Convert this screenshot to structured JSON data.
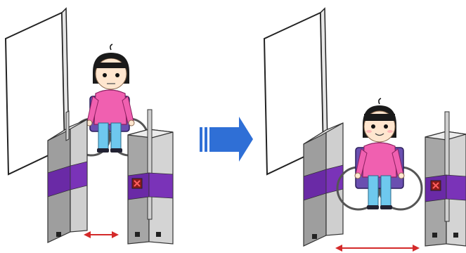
{
  "scenes": [
    {
      "state": "before",
      "gate_gap": "narrow",
      "child_expression": "neutral",
      "wheelchair_fits": false
    },
    {
      "state": "after",
      "gate_gap": "wide",
      "child_expression": "smiling",
      "wheelchair_fits": true
    }
  ],
  "transition_arrow": {
    "direction": "right",
    "icon": "arrow-right-icon"
  },
  "colors": {
    "gate_body": "#c8c8c8",
    "gate_stripe": "#7a33b8",
    "gap_arrow": "#d42a2a",
    "transition_arrow": "#2f6fd6",
    "shirt": "#f060b0",
    "pants": "#6ec8ee",
    "hair": "#1a1a1a",
    "stop_marker": "#d42a2a"
  }
}
